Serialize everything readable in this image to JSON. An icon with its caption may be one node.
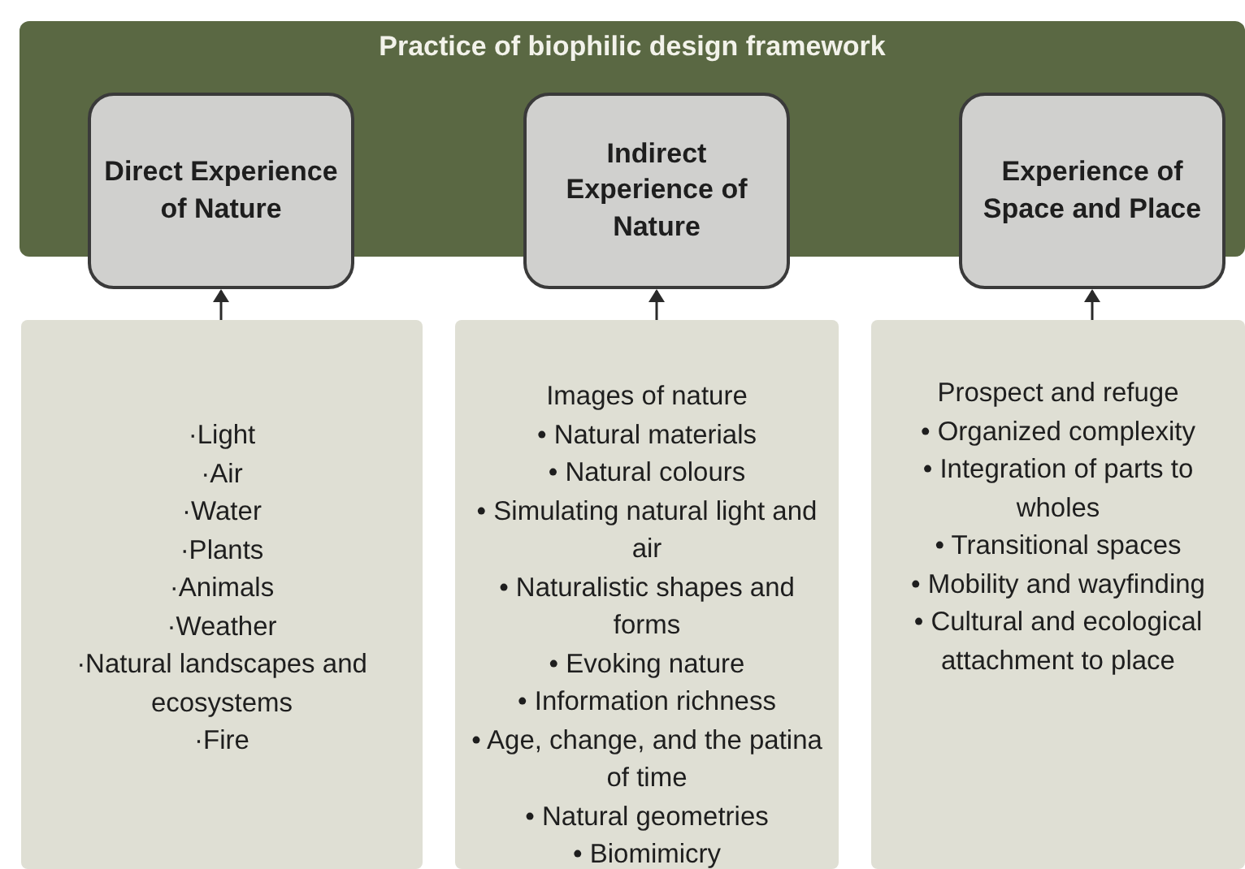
{
  "diagram": {
    "nodes": [
      {
        "text": [
          "Practice of biophilic design framework"
        ]
      },
      {
        "text": [
          "Direct Experience of Nature"
        ]
      },
      {
        "text": [
          "Indirect Experience of Nature"
        ]
      },
      {
        "text": [
          "Experience of Space and Place"
        ]
      },
      {
        "text": [
          "·Light",
          "·Air",
          "·Water",
          "·Plants",
          "·Animals",
          "·Weather",
          "·Natural landscapes and ecosystems",
          "·Fire"
        ]
      },
      {
        "text": [
          "Images of nature",
          "• Natural materials",
          "• Natural colours",
          "• Simulating natural light and air",
          "• Naturalistic shapes and forms",
          "• Evoking nature",
          "• Information richness",
          "• Age, change, and the patina of time",
          "• Natural geometries",
          "• Biomimicry"
        ]
      },
      {
        "text": [
          "Prospect and refuge",
          "• Organized complexity",
          "• Integration of parts to wholes",
          "• Transitional spaces",
          "• Mobility and wayfinding",
          "• Cultural and ecological attachment to place"
        ]
      }
    ],
    "edges": [
      {
        "from": 4,
        "to": 1,
        "arrow": "to"
      },
      {
        "from": 5,
        "to": 2,
        "arrow": "to"
      },
      {
        "from": 6,
        "to": 3,
        "arrow": "to"
      }
    ]
  }
}
